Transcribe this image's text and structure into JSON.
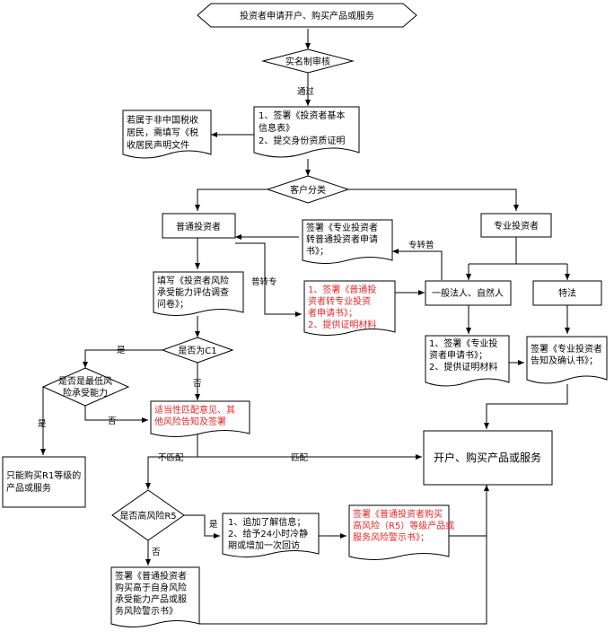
{
  "nodes": {
    "start": "投资者申请开户、购买产品或服务",
    "realname_check": "实名制审核",
    "sign_basic": [
      "1、签署《投资者基本",
      "信息表》",
      "2、提交身份资质证明"
    ],
    "nonresident": [
      "若属于非中国税收",
      "居民，需填写《税",
      "收居民声明文件"
    ],
    "customer_class": "客户分类",
    "ordinary_investor": "普通投资者",
    "professional_investor": "专业投资者",
    "pro_to_ordinary": [
      "签署《专业投资者",
      "转普通投资者申请",
      "书》；"
    ],
    "questionnaire": [
      "填写《投资者风险",
      "承受能力评估调查",
      "问卷》；"
    ],
    "ordinary_to_pro": [
      "1、签署《普通投",
      "资者转专业投资",
      "者申请书》；",
      "2、提供证明材料"
    ],
    "general_legal": "一般法人、自然人",
    "special_legal": "特法",
    "sign_pro_app": [
      "1、签署《专业投",
      "资者申请书》；",
      "2、提供证明材料"
    ],
    "sign_pro_notice": [
      "签署《专业投资者",
      "告知及确认书》；"
    ],
    "is_c1": "是否为C1",
    "is_lowest": [
      "是否是最低风",
      "险承受能力"
    ],
    "suitability": [
      "适当性匹配意见、其",
      "他风险告知及签署"
    ],
    "open_account": "开户、购买产品或服务",
    "only_r1": [
      "只能购买R1等级的",
      "产品或服务"
    ],
    "is_high_risk": "是否高风险R5",
    "extra_info": [
      "1、追加了解信息；",
      "2、给予24小时冷静",
      "期或增加一次回访"
    ],
    "r5_warning": [
      "签署《普通投资者购买",
      "高风险（R5）等级产品或",
      "服务风险警示书》；"
    ],
    "higher_risk_warning": [
      "签署《普通投资者",
      "购买高于自身风险",
      "承受能力产品或服",
      "务风险警示书》"
    ]
  },
  "edge_labels": {
    "pass": "通过",
    "pro_to_ord": "专转普",
    "ord_to_pro": "普转专",
    "yes_c1": "是",
    "no_c1": "否",
    "yes_lowest": "是",
    "no_lowest": "否",
    "mismatch": "不匹配",
    "match": "匹配",
    "yes_r5": "是",
    "no_r5": "否"
  }
}
